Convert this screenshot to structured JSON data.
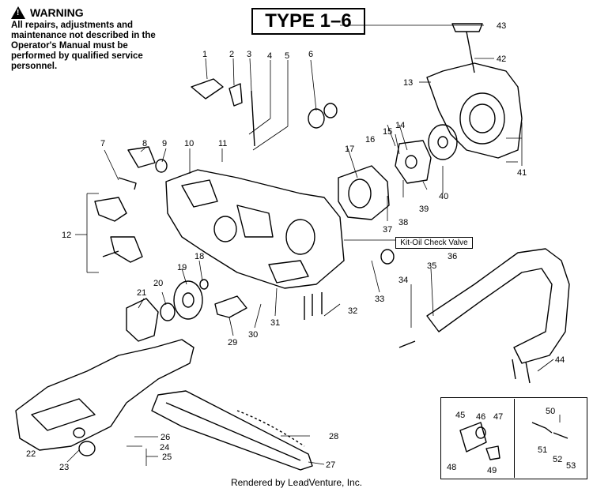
{
  "warning": {
    "title": "WARNING",
    "text": "All repairs, adjustments and maintenance not described in the Operator's Manual must be performed by qualified service personnel."
  },
  "type_label": "TYPE 1–6",
  "kit_label": "Kit-Oil Check Valve",
  "footer": "Rendered by LeadVenture, Inc.",
  "callouts": [
    "1",
    "2",
    "3",
    "4",
    "5",
    "6",
    "7",
    "8",
    "9",
    "10",
    "11",
    "12",
    "13",
    "14",
    "15",
    "16",
    "17",
    "18",
    "19",
    "20",
    "21",
    "22",
    "23",
    "24",
    "25",
    "26",
    "27",
    "28",
    "29",
    "30",
    "31",
    "32",
    "33",
    "34",
    "35",
    "36",
    "37",
    "38",
    "39",
    "40",
    "41",
    "42",
    "43",
    "44",
    "45",
    "46",
    "47",
    "48",
    "49",
    "50",
    "51",
    "52",
    "53"
  ]
}
